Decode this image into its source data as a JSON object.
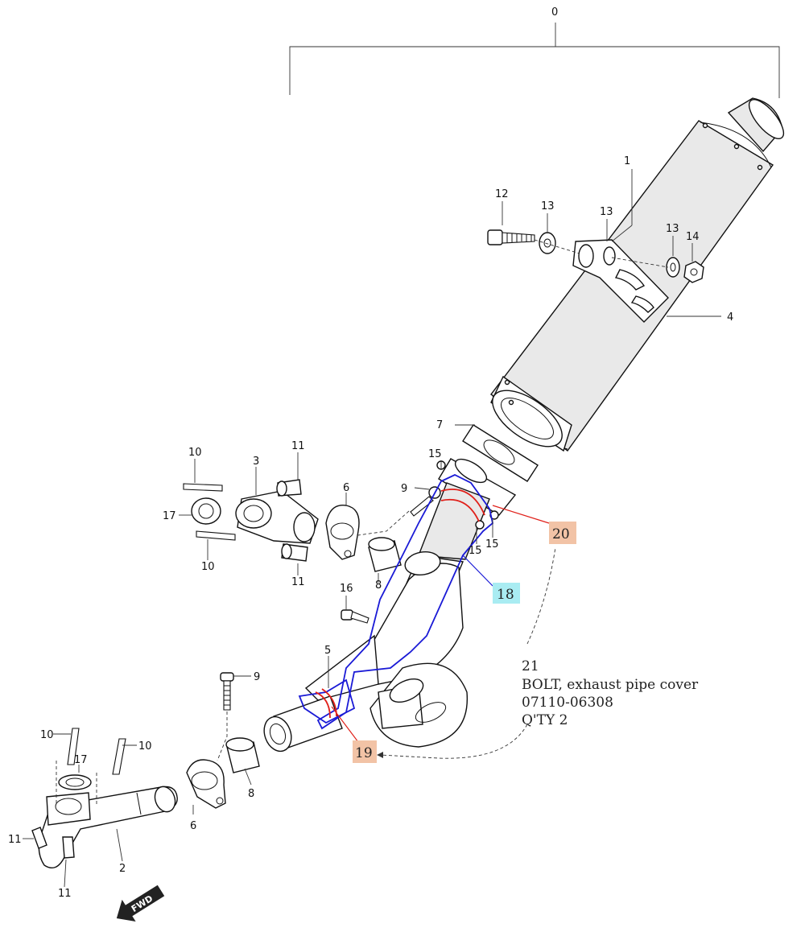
{
  "callouts": {
    "c0": "0",
    "c1": "1",
    "c2": "2",
    "c3": "3",
    "c4": "4",
    "c5": "5",
    "c6a": "6",
    "c6b": "6",
    "c7": "7",
    "c8a": "8",
    "c8b": "8",
    "c9a": "9",
    "c9b": "9",
    "c10a": "10",
    "c10b": "10",
    "c10c": "10",
    "c10d": "10",
    "c11a": "11",
    "c11b": "11",
    "c11c": "11",
    "c11d": "11",
    "c12": "12",
    "c13a": "13",
    "c13b": "13",
    "c13c": "13",
    "c14": "14",
    "c15a": "15",
    "c15b": "15",
    "c15c": "15",
    "c16": "16",
    "c17a": "17",
    "c17b": "17",
    "c18": "18",
    "c19": "19",
    "c20": "20"
  },
  "note": {
    "number": "21",
    "description": "BOLT, exhaust pipe cover",
    "part_number": "07110-06308",
    "quantity": "Q'TY 2"
  },
  "fwd_label": "FWD",
  "colors": {
    "highlight_blue": "#1a1ad6",
    "highlight_red": "#e0201a",
    "box_orange": "#f2c3a6",
    "box_cyan": "#a9ecf2"
  }
}
